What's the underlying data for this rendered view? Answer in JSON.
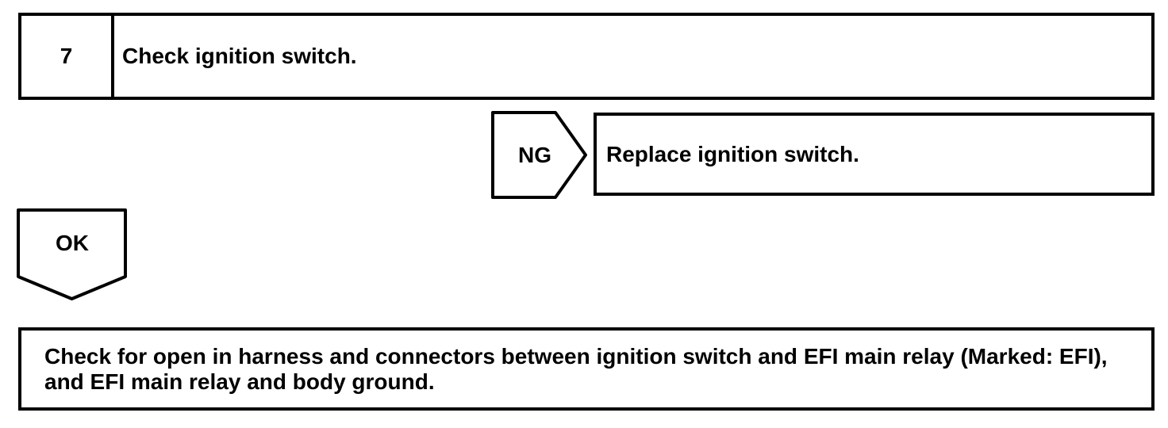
{
  "flowchart": {
    "step": {
      "number": "7",
      "instruction": "Check ignition switch."
    },
    "ng_branch": {
      "label": "NG",
      "action": "Replace ignition switch."
    },
    "ok_branch": {
      "label": "OK"
    },
    "next_action": {
      "text": "Check for open in harness and connectors between ignition switch and EFI main relay (Marked: EFI), and EFI main relay and body ground."
    }
  },
  "colors": {
    "line": "#000000",
    "background": "#ffffff"
  }
}
